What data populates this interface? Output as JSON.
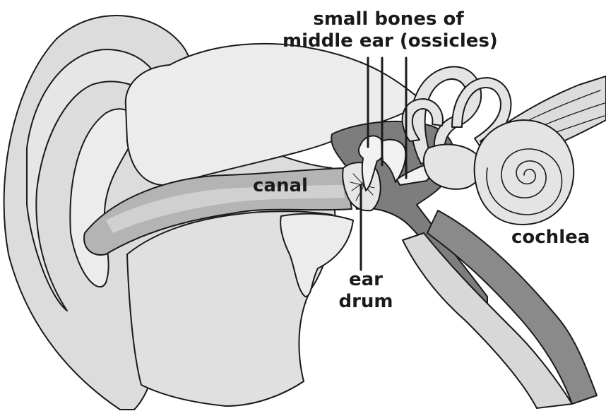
{
  "labels": {
    "ossicles_line1": "small bones of",
    "ossicles_line2": "middle ear (ossicles)",
    "canal": "canal",
    "ear_drum_line1": "ear",
    "ear_drum_line2": "drum",
    "cochlea": "cochlea"
  },
  "colors": {
    "outline": "#1a1a1a",
    "skin": "#dcdcdc",
    "bone": "#ececec",
    "canal_shade": "#b4b4b4",
    "cavity": "#7d7d7d",
    "inner_ear": "#e4e4e4"
  }
}
